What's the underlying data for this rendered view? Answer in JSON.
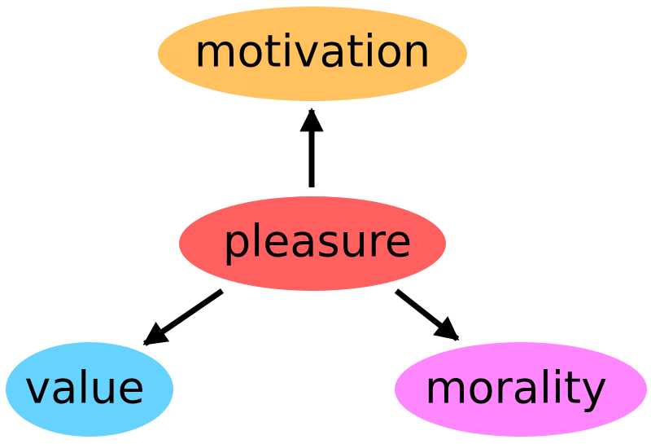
{
  "nodes": {
    "motivation": {
      "label": "motivation",
      "color": "#FFC25E"
    },
    "pleasure": {
      "label": "pleasure",
      "color": "#FE5F5F"
    },
    "value": {
      "label": "value",
      "color": "#66D3FE"
    },
    "morality": {
      "label": "morality",
      "color": "#FE86FE"
    }
  },
  "edges": [
    {
      "from": "pleasure",
      "to": "motivation"
    },
    {
      "from": "pleasure",
      "to": "value"
    },
    {
      "from": "pleasure",
      "to": "morality"
    }
  ],
  "arrow_color": "#000000"
}
